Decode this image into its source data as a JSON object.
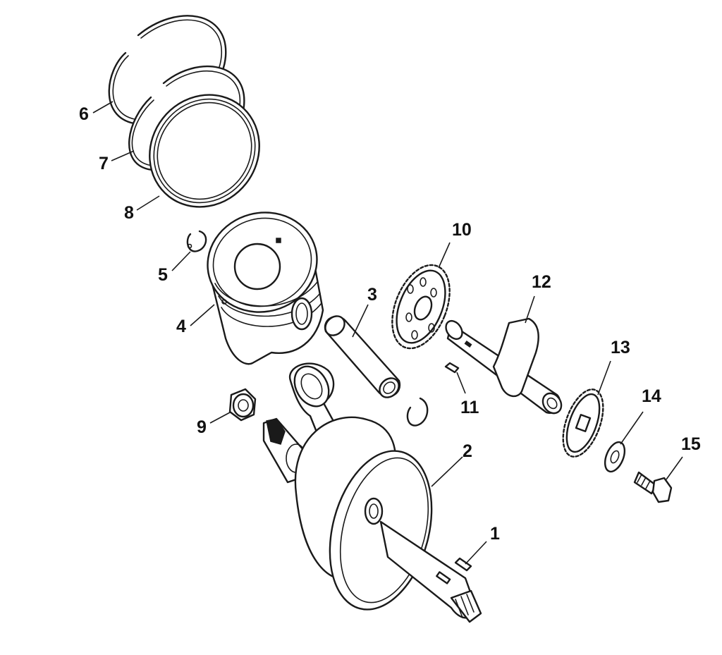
{
  "diagram": {
    "type": "exploded-parts-diagram",
    "callouts": [
      {
        "id": "1",
        "label": "1"
      },
      {
        "id": "2",
        "label": "2"
      },
      {
        "id": "3",
        "label": "3"
      },
      {
        "id": "4",
        "label": "4"
      },
      {
        "id": "5",
        "label": "5"
      },
      {
        "id": "6",
        "label": "6"
      },
      {
        "id": "7",
        "label": "7"
      },
      {
        "id": "8",
        "label": "8"
      },
      {
        "id": "9",
        "label": "9"
      },
      {
        "id": "10",
        "label": "10"
      },
      {
        "id": "11",
        "label": "11"
      },
      {
        "id": "12",
        "label": "12"
      },
      {
        "id": "13",
        "label": "13"
      },
      {
        "id": "14",
        "label": "14"
      },
      {
        "id": "15",
        "label": "15"
      }
    ]
  },
  "colors": {
    "background": "#ffffff",
    "line": "#1a1a1a",
    "text": "#111111"
  }
}
